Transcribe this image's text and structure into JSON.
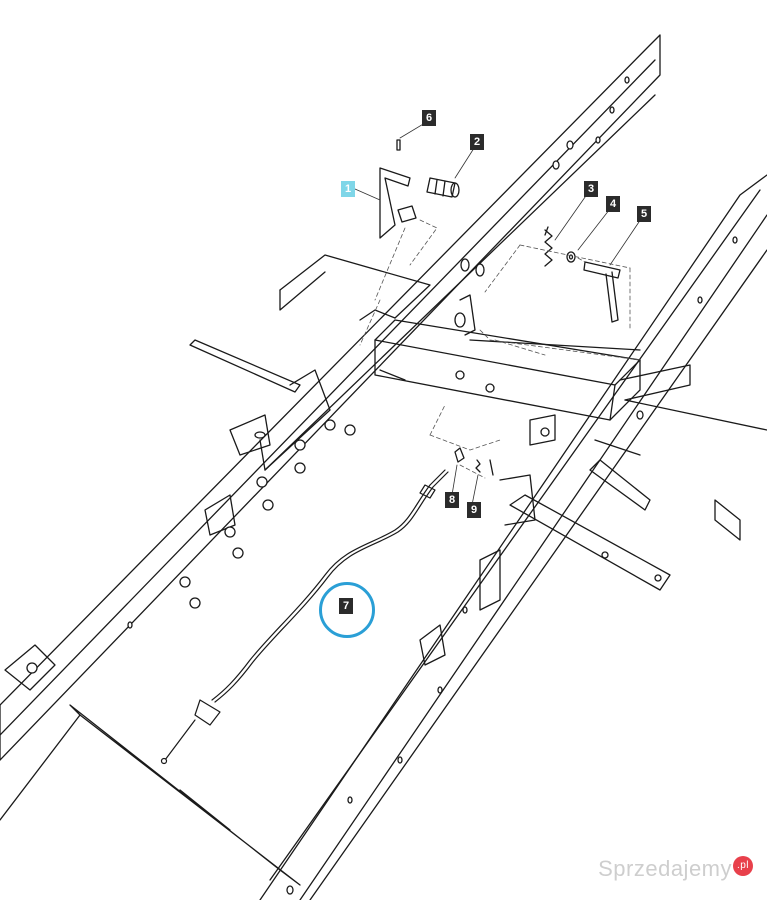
{
  "diagram": {
    "callouts": [
      {
        "id": "c1",
        "label": "1"
      },
      {
        "id": "c2",
        "label": "2"
      },
      {
        "id": "c3",
        "label": "3"
      },
      {
        "id": "c4",
        "label": "4"
      },
      {
        "id": "c5",
        "label": "5"
      },
      {
        "id": "c6",
        "label": "6"
      },
      {
        "id": "c7",
        "label": "7"
      },
      {
        "id": "c8",
        "label": "8"
      },
      {
        "id": "c9",
        "label": "9"
      }
    ],
    "highlighted_part": "7",
    "colors": {
      "line": "#1a1a1a",
      "highlight_circle": "#2a9fd6",
      "callout_bg": "#2b2b2b",
      "callout_highlight_bg": "#7fd6e8"
    }
  },
  "watermark": {
    "text": "Sprzedajemy",
    "badge": ".pl"
  }
}
